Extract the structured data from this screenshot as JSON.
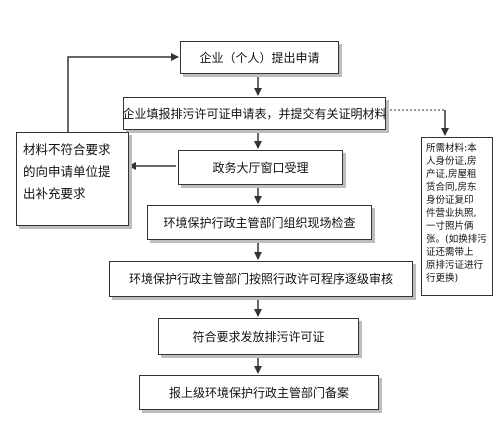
{
  "steps": [
    "企业（个人）提出申请",
    "企业填报排污许可证申请表，并提交有关证明材料",
    "政务大厅窗口受理",
    "环境保护行政主管部门组织现场检查",
    "环境保护行政主管部门按照行政许可程序逐级审核",
    "符合要求发放排污许可证",
    "报上级环境保护行政主管部门备案"
  ],
  "side_note": [
    "材料不符合要求",
    "的向申请单位提",
    "出补充要求"
  ],
  "materials_note": [
    "所需材料:本",
    "人身份证,房",
    "产证,房屋租",
    "赁合同,房东",
    "身份证复印",
    "件营业执照,",
    "一寸照片俩",
    "张。(如换排污",
    "证还需带上",
    "原排污证进行",
    "行更换)"
  ],
  "colors": {
    "line": "#333333",
    "shadow": "#bdbdbd"
  }
}
